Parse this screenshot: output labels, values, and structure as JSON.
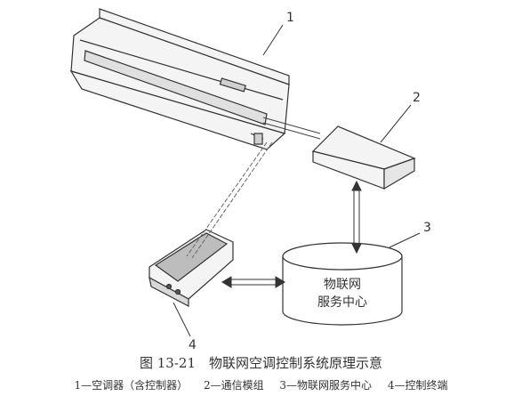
{
  "figure": {
    "caption": "图 13-21　物联网空调控制系统原理示意",
    "server_label_line1": "物联网",
    "server_label_line2": "服务中心",
    "callouts": [
      "1",
      "2",
      "3",
      "4"
    ],
    "legend": [
      "1—空调器（含控制器）",
      "2—通信模组",
      "3—物联网服务中心",
      "4—控制终端"
    ]
  },
  "colors": {
    "stroke": "#333333",
    "device_fill": "#f4f4f4",
    "screen_fill": "#bdbdbd"
  }
}
